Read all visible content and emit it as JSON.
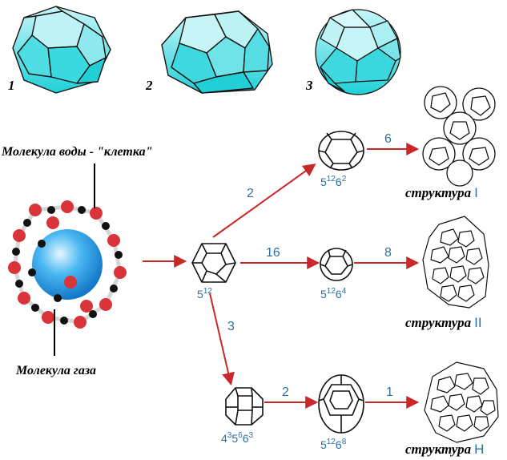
{
  "top_polyhedra": [
    {
      "number": "1"
    },
    {
      "number": "2"
    },
    {
      "number": "3"
    }
  ],
  "labels": {
    "water_molecule": "Молекула воды - \"клетка\"",
    "gas_molecule": "Молекула газа"
  },
  "cages": {
    "c512": {
      "base": "5",
      "exp1": "12"
    },
    "c51262": {
      "b1": "5",
      "e1": "12",
      "b2": "6",
      "e2": "2"
    },
    "c51264": {
      "b1": "5",
      "e1": "12",
      "b2": "6",
      "e2": "4"
    },
    "c435663": {
      "b1": "4",
      "e1": "3",
      "b2": "5",
      "e2": "6",
      "b3": "6",
      "e3": "3"
    },
    "c51268": {
      "b1": "5",
      "e1": "12",
      "b2": "6",
      "e2": "8"
    }
  },
  "arrow_numbers": {
    "to_51262": "2",
    "to_51264": "16",
    "to_435663": "3",
    "s1": "6",
    "s2": "8",
    "to_51268": "2",
    "sH": "1"
  },
  "structures": {
    "s1": {
      "word": "структура",
      "roman": "I"
    },
    "s2": {
      "word": "структура",
      "roman": "II"
    },
    "sH": {
      "word": "структура",
      "roman": "H"
    }
  },
  "colors": {
    "cyan": "#27d8df",
    "cyan_light": "#b9f3f5",
    "arrow": "#c8282a",
    "blue_label": "#2f6f9f",
    "water_red": "#d9343a",
    "sphere": "#2aa0e8"
  }
}
